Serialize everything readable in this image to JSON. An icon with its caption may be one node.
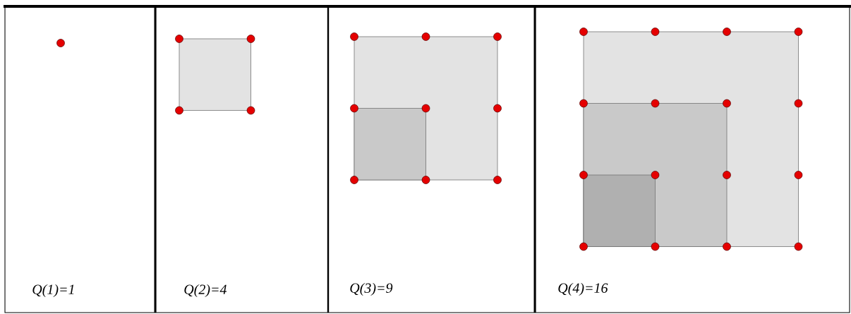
{
  "diagram": {
    "labels": [
      "Q(1)=1",
      "Q(2)=4",
      "Q(3)=9",
      "Q(4)=16"
    ]
  }
}
